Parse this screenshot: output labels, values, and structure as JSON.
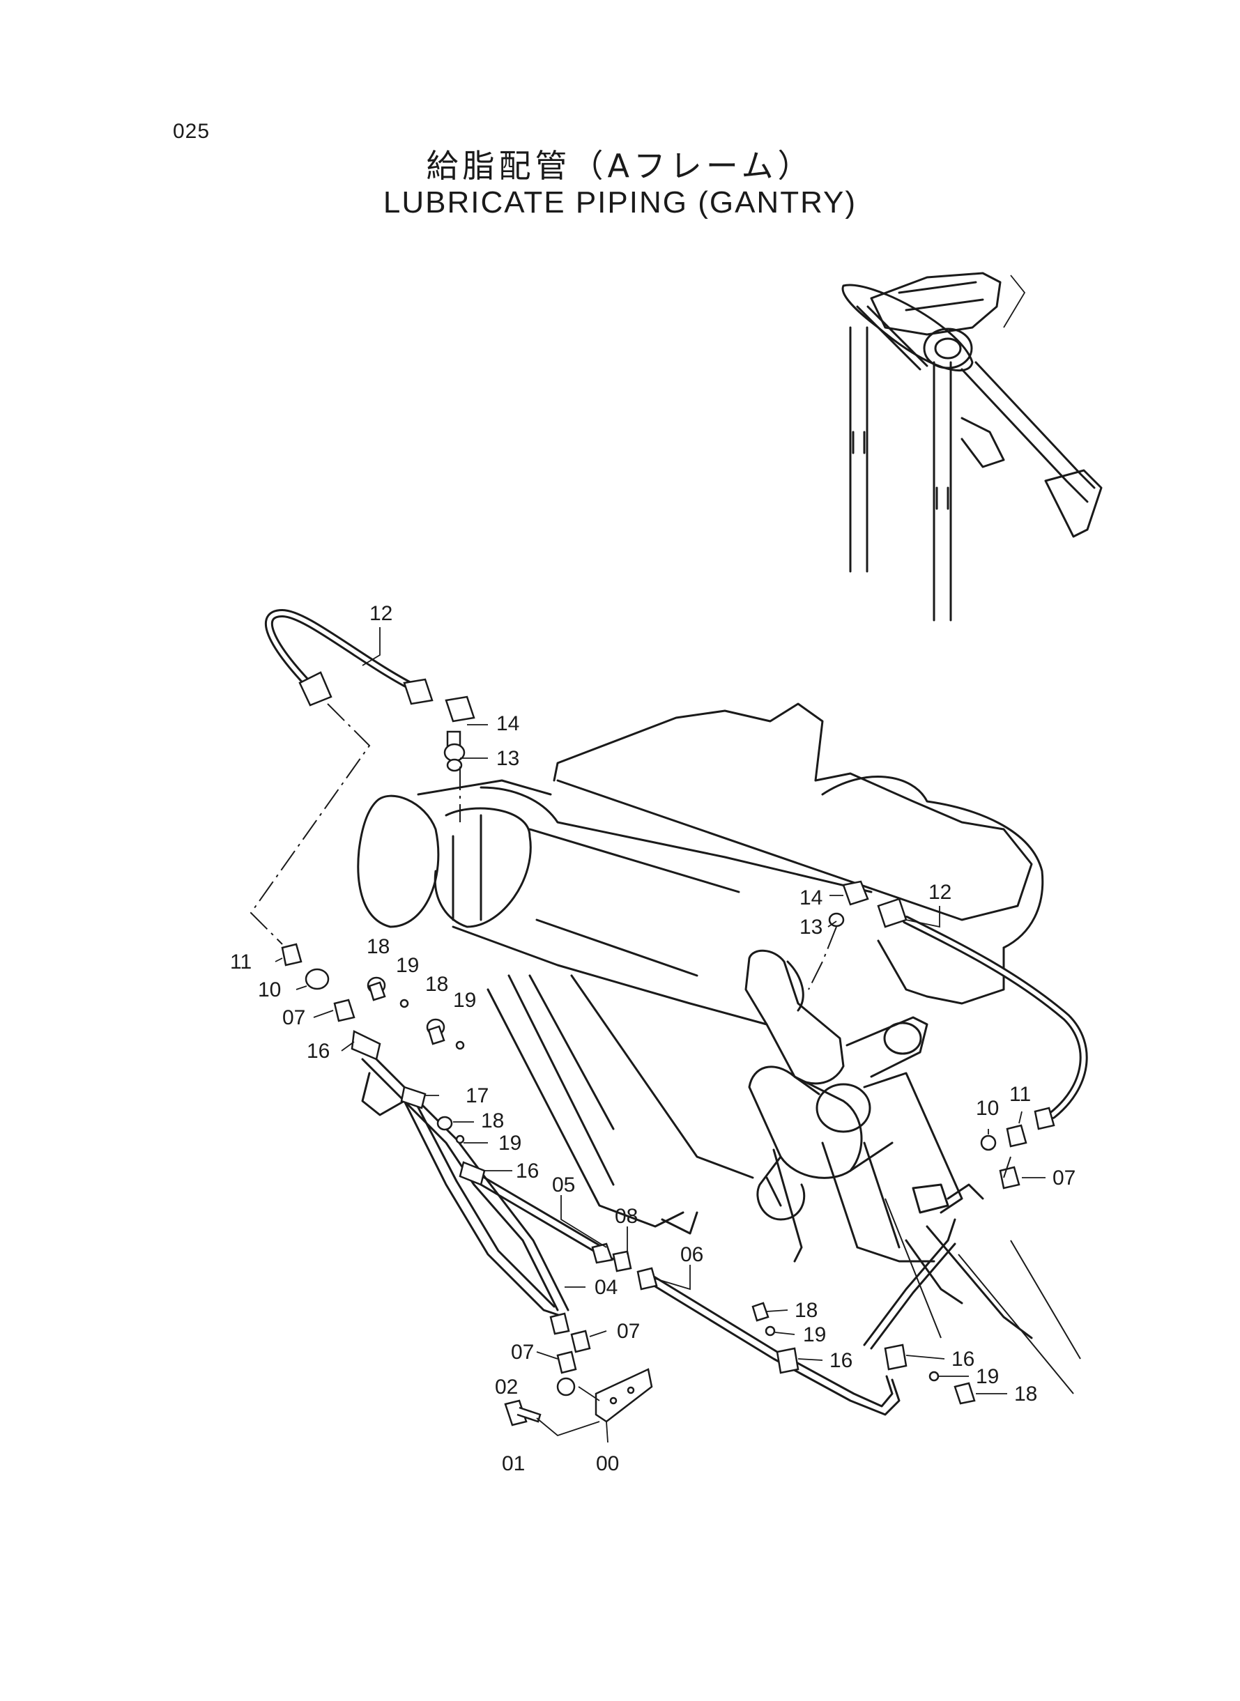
{
  "page_number": "025",
  "title_jp": "給脂配管（Aフレーム）",
  "title_en": "LUBRICATE PIPING (GANTRY)",
  "callouts": {
    "c12a": "12",
    "c14a": "14",
    "c13a": "13",
    "c14b": "14",
    "c13b": "13",
    "c12b": "12",
    "c11a": "11",
    "c10a": "10",
    "c07a": "07",
    "c16a": "16",
    "c18a": "18",
    "c19a": "19",
    "c18b": "18",
    "c19b": "19",
    "c17": "17",
    "c18c": "18",
    "c19c": "19",
    "c16b": "16",
    "c05": "05",
    "c08": "08",
    "c06": "06",
    "c04": "04",
    "c07b": "07",
    "c07c": "07",
    "c02": "02",
    "c01": "01",
    "c00": "00",
    "c18d": "18",
    "c19d": "19",
    "c16c": "16",
    "c16d": "16",
    "c19e": "19",
    "c18e": "18",
    "c10b": "10",
    "c11b": "11",
    "c07d": "07"
  }
}
